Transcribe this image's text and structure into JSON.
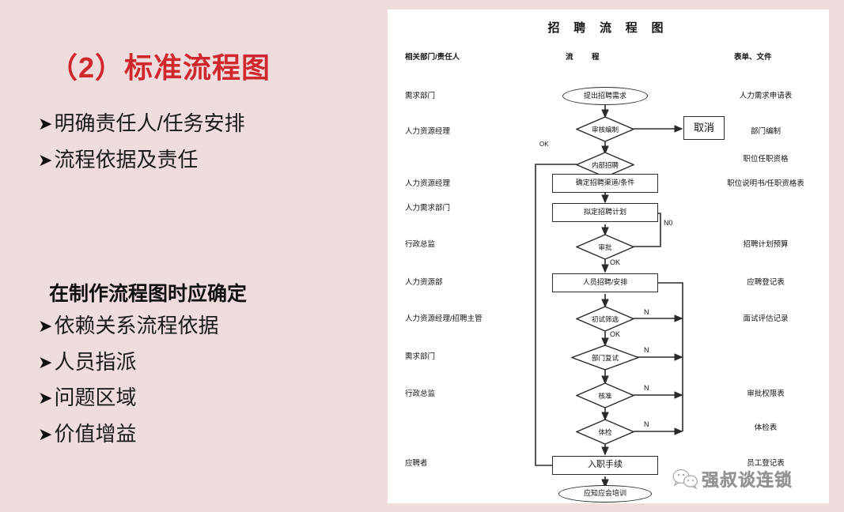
{
  "slide": {
    "title": "（2）标准流程图",
    "bullets_top": [
      "明确责任人/任务安排",
      "流程依据及责任"
    ],
    "subhead": "在制作流程图时应确定",
    "bullets_bottom": [
      "依赖关系流程依据",
      "人员指派",
      "问题区域",
      "价值增益"
    ],
    "bullet_marker": "➤",
    "title_color": "#d1282e",
    "background_color": "#efdcdc",
    "text_color": "#1a1a1a"
  },
  "flowchart": {
    "title": "招 聘 流 程 图",
    "columns": {
      "left": "相关部门/责任人",
      "middle": "流　程",
      "right": "表单、文件"
    },
    "roles": [
      "需求部门",
      "人力资源经理",
      "人力资源经理",
      "人力需求部门",
      "行政总监",
      "人力资源部",
      "人力资源经理/招聘主管",
      "需求部门",
      "行政总监",
      "应聘者"
    ],
    "documents": [
      "人力需求申请表",
      "部门编制",
      "职位任职资格",
      "职位说明书/任职资格表",
      "招聘计划预算",
      "应聘登记表",
      "面试评估记录",
      "审批权限表",
      "体检表",
      "员工登记表"
    ],
    "nodes": [
      {
        "id": "start",
        "shape": "oval",
        "label": "提出招聘需求"
      },
      {
        "id": "review",
        "shape": "diamond",
        "label": "审核编制"
      },
      {
        "id": "internal",
        "shape": "diamond",
        "label": "内部招聘"
      },
      {
        "id": "channel",
        "shape": "rect",
        "label": "确定招聘渠道/条件"
      },
      {
        "id": "plan",
        "shape": "rect",
        "label": "拟定招聘计划"
      },
      {
        "id": "approve",
        "shape": "diamond",
        "label": "审批"
      },
      {
        "id": "recruit",
        "shape": "rect",
        "label": "人员招聘/安排"
      },
      {
        "id": "screen",
        "shape": "diamond",
        "label": "初试筛选"
      },
      {
        "id": "second",
        "shape": "diamond",
        "label": "部门复试"
      },
      {
        "id": "confirm",
        "shape": "diamond",
        "label": "核准"
      },
      {
        "id": "medical",
        "shape": "diamond",
        "label": "体检"
      },
      {
        "id": "onboard",
        "shape": "rect",
        "label": "入职手续"
      },
      {
        "id": "training",
        "shape": "oval",
        "label": "应知应会培训"
      },
      {
        "id": "cancel",
        "shape": "rect",
        "label": "取消"
      }
    ],
    "edge_labels": {
      "internal_ok": "OK",
      "approve_no": "N0",
      "approve_ok": "OK",
      "screen_ok": "OK",
      "screen_n": "N",
      "second_n": "N",
      "confirm_n": "N",
      "medical_n": "N"
    },
    "watermark": "强叔谈连锁",
    "watermark_icon": "wechat-icon",
    "line_color": "#2b2b2b",
    "panel_color": "#ffffff"
  }
}
